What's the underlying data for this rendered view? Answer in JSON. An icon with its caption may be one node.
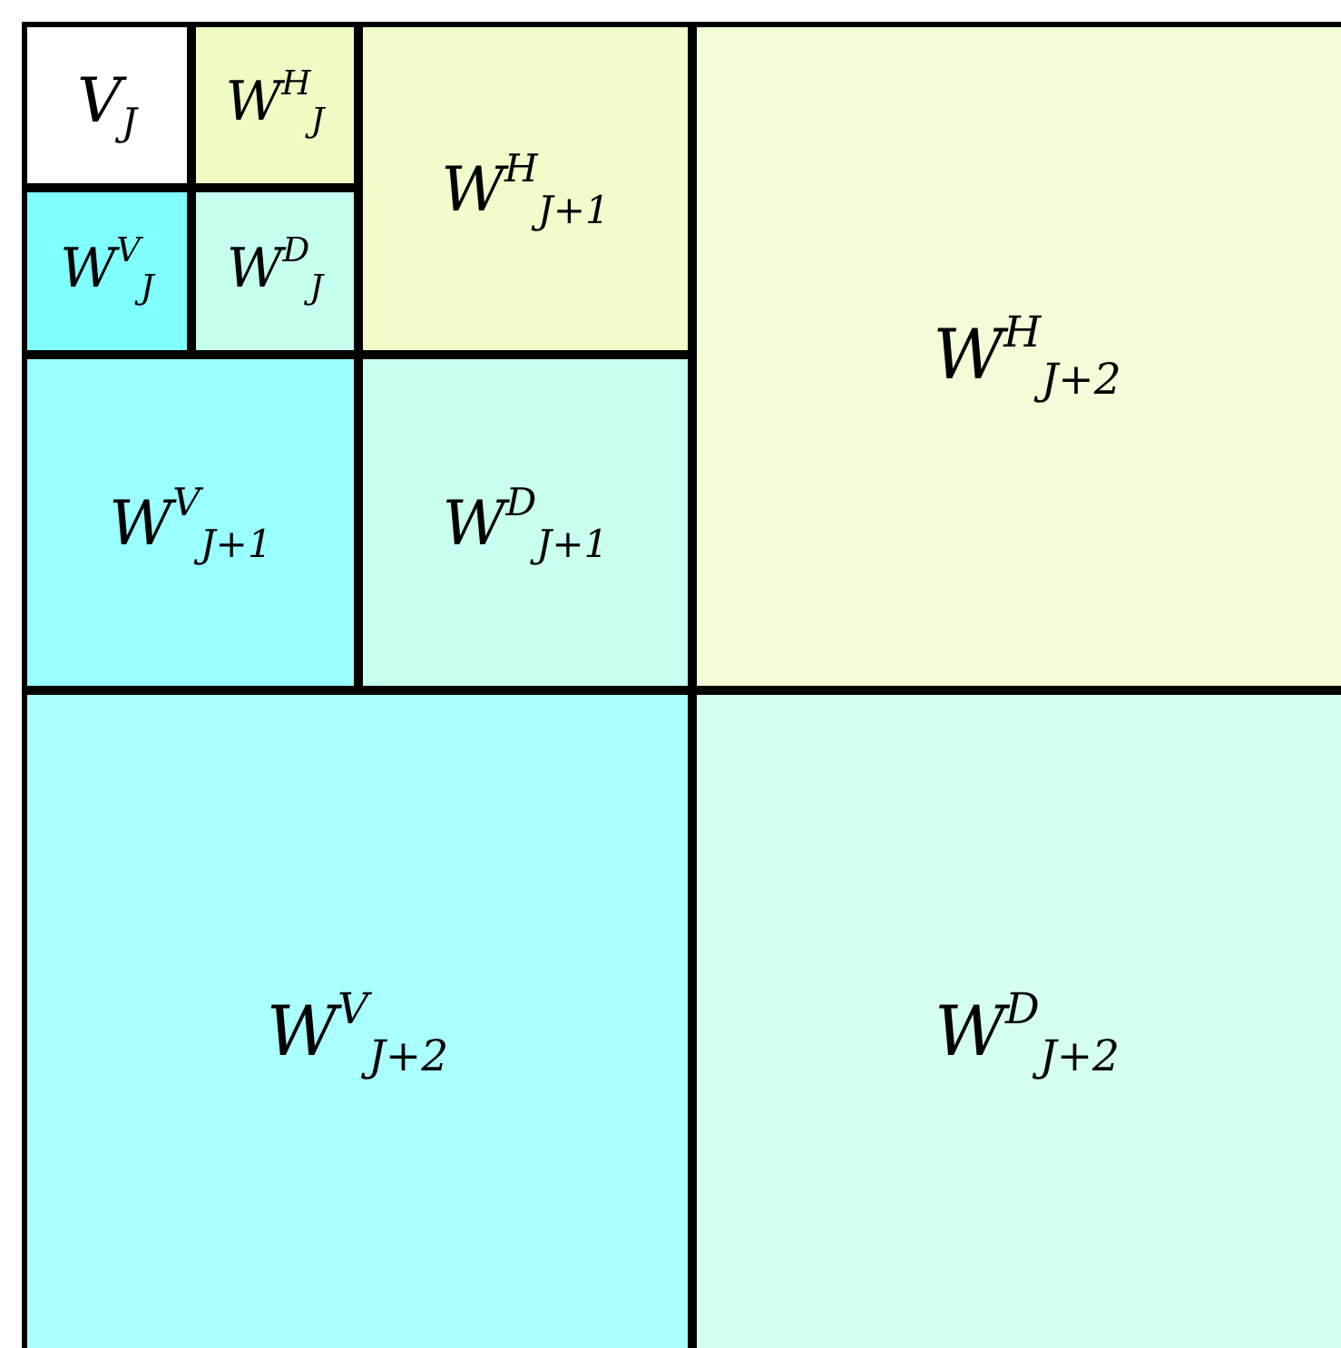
{
  "diagram": {
    "nodes": [
      {
        "text": [
          "V$_{J}$"
        ]
      },
      {
        "text": [
          "W$^{H}$$_{J}$"
        ]
      },
      {
        "text": [
          "W$^{V}$$_{J}$"
        ]
      },
      {
        "text": [
          "W$^{D}$$_{J}$"
        ]
      },
      {
        "text": [
          "W$^{H}$$_{J+1}$"
        ]
      },
      {
        "text": [
          "W$^{V}$$_{J+1}$"
        ]
      },
      {
        "text": [
          "W$^{D}$$_{J+1}$"
        ]
      },
      {
        "text": [
          "W$^{H}$$_{J+2}$"
        ]
      },
      {
        "text": [
          "W$^{V}$$_{J+2}$"
        ]
      },
      {
        "text": [
          "W$^{D}$$_{J+2}$"
        ]
      }
    ]
  }
}
